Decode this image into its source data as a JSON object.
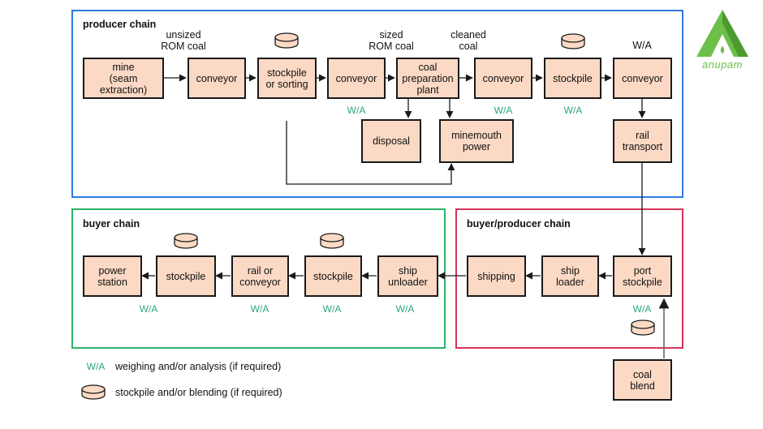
{
  "panels": {
    "producer": {
      "title": "producer chain",
      "color": "#2f7be0"
    },
    "buyer": {
      "title": "buyer chain",
      "color": "#2bb56a"
    },
    "buyer_producer": {
      "title": "buyer/producer chain",
      "color": "#d8335a"
    }
  },
  "wa_color": "#2aa876",
  "producer_labels": {
    "unsized": "unsized\nROM coal",
    "sized": "sized\nROM coal",
    "cleaned": "cleaned\ncoal",
    "wa_top": "W/A"
  },
  "boxes": {
    "mine": "mine\n(seam extraction)",
    "conveyor1": "conveyor",
    "stockpile_sorting": "stockpile\nor sorting",
    "conveyor2": "conveyor",
    "prep_plant": "coal\npreparation\nplant",
    "conveyor3": "conveyor",
    "stockpile1": "stockpile",
    "conveyor4": "conveyor",
    "disposal": "disposal",
    "minemouth": "minemouth\npower",
    "rail_transport": "rail\ntransport",
    "port_stockpile": "port\nstockpile",
    "ship_loader": "ship\nloader",
    "shipping": "shipping",
    "ship_unloader": "ship\nunloader",
    "stockpile2": "stockpile",
    "rail_or_conveyor": "rail or\nconveyor",
    "stockpile3": "stockpile",
    "power_station": "power\nstation",
    "coal_blend": "coal\nblend"
  },
  "wa": "W/A",
  "legend": {
    "wa_symbol": "W/A",
    "wa_text": "weighing and/or analysis (if required)",
    "stockpile_text": "stockpile and/or blending (if required)"
  },
  "logo": {
    "text": "anupam",
    "color": "#6cc04a"
  }
}
